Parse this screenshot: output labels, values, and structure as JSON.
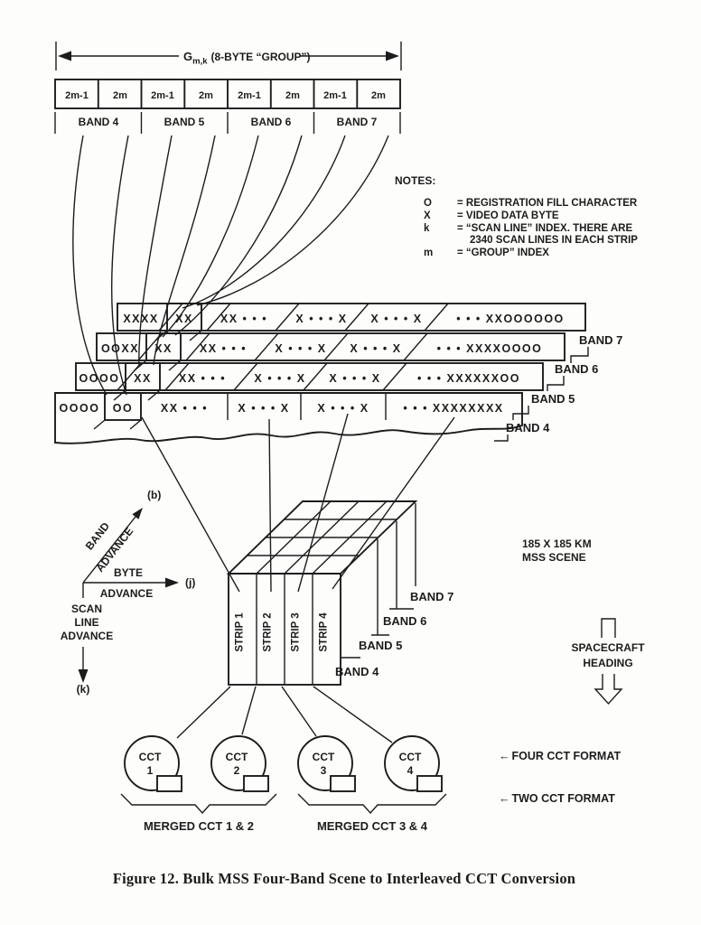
{
  "colors": {
    "paper": "#fdfdfb",
    "ink": "#1c1c1c"
  },
  "top": {
    "group_g": "G",
    "group_sub": "m,k",
    "group_rest": "(8-BYTE “GROUP”)",
    "cells": [
      "2m-1",
      "2m",
      "2m-1",
      "2m",
      "2m-1",
      "2m",
      "2m-1",
      "2m"
    ],
    "bands": [
      "BAND 4",
      "BAND 5",
      "BAND 6",
      "BAND 7"
    ]
  },
  "notes": {
    "title": "NOTES:",
    "items": [
      {
        "sym": "O",
        "def": "=  REGISTRATION FILL CHARACTER"
      },
      {
        "sym": "X",
        "def": "=  VIDEO DATA BYTE"
      },
      {
        "sym": "k",
        "def": "=  “SCAN LINE” INDEX. THERE ARE",
        "def2": "2340 SCAN LINES IN EACH STRIP"
      },
      {
        "sym": "m",
        "def": "=  “GROUP” INDEX"
      }
    ]
  },
  "rows": [
    {
      "label": "BAND 7",
      "segments": [
        "XXXX",
        "XX",
        "XX • • •",
        "X • • • X",
        "X • • • X",
        "• • • XXOOOOOO"
      ]
    },
    {
      "label": "BAND 6",
      "segments": [
        "OOXX",
        "XX",
        "XX • • •",
        "X • • • X",
        "X • • • X",
        "• • • XXXXOOOO"
      ]
    },
    {
      "label": "BAND 5",
      "segments": [
        "OOOO",
        "XX",
        "XX • • •",
        "X • • • X",
        "X • • • X",
        "• • • XXXXXXOO"
      ]
    },
    {
      "label": "BAND 4",
      "segments": [
        "OOOO",
        "OO",
        "XX • • •",
        "X • • • X",
        "X • • • X",
        "• • • XXXXXXXX"
      ]
    }
  ],
  "axes": {
    "b": "(b)",
    "j": "(j)",
    "k": "(k)",
    "band_line1": "BAND",
    "band_line2": "ADVANCE",
    "byte_line1": "BYTE",
    "byte_line2": "ADVANCE",
    "scan_line1": "SCAN",
    "scan_line2": "LINE",
    "scan_line3": "ADVANCE"
  },
  "scene": {
    "line1": "185 X 185 KM",
    "line2": "MSS SCENE"
  },
  "cube": {
    "strips": [
      "STRIP 1",
      "STRIP 2",
      "STRIP 3",
      "STRIP 4"
    ],
    "bands": [
      "BAND 7",
      "BAND 6",
      "BAND 5",
      "BAND 4"
    ]
  },
  "spacecraft": {
    "line1": "SPACECRAFT",
    "line2": "HEADING"
  },
  "ccts": [
    {
      "label": "CCT",
      "num": "1"
    },
    {
      "label": "CCT",
      "num": "2"
    },
    {
      "label": "CCT",
      "num": "3"
    },
    {
      "label": "CCT",
      "num": "4"
    }
  ],
  "formats": [
    {
      "arrow": "←",
      "label": "FOUR CCT FORMAT"
    },
    {
      "arrow": "←",
      "label": "TWO CCT FORMAT"
    }
  ],
  "merged": [
    "MERGED CCT 1 & 2",
    "MERGED CCT 3 & 4"
  ],
  "caption": "Figure 12. Bulk MSS Four-Band Scene to Interleaved CCT Conversion"
}
